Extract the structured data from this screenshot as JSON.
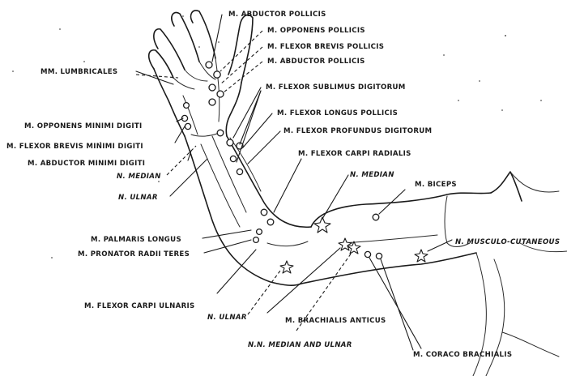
{
  "labels": {
    "abductor_pollicis_top": "M. ABDUCTOR POLLICIS",
    "opponens_pollicis": "M. OPPONENS POLLICIS",
    "flexor_brevis_pollicis": "M. FLEXOR BREVIS POLLICIS",
    "abductor_pollicis_2": "M. ABDUCTOR POLLICIS",
    "lumbricales": "MM. LUMBRICALES",
    "flexor_sublimus": "M. FLEXOR SUBLIMUS DIGITORUM",
    "flexor_longus_pollicis": "M. FLEXOR LONGUS POLLICIS",
    "flexor_profundus": "M. FLEXOR PROFUNDUS DIGITORUM",
    "opponens_minimi": "M. OPPONENS MINIMI DIGITI",
    "flexor_brevis_minimi": "M. FLEXOR BREVIS MINIMI DIGITI",
    "abductor_minimi": "M. ABDUCTOR MINIMI DIGITI",
    "flexor_carpi_radialis": "M. FLEXOR CARPI RADIALIS",
    "n_median_wrist": "N. MEDIAN",
    "n_ulnar_wrist": "N. ULNAR",
    "n_median_arm": "N. MEDIAN",
    "biceps": "M. BICEPS",
    "musculo_cutaneous": "N. MUSCULO-CUTANEOUS",
    "palmaris_longus": "M. PALMARIS LONGUS",
    "pronator_radii_teres": "M. PRONATOR RADII TERES",
    "flexor_carpi_ulnaris": "M. FLEXOR CARPI ULNARIS",
    "n_ulnar_elbow": "N. ULNAR",
    "brachialis_anticus": "M. BRACHIALIS ANTICUS",
    "median_and_ulnar": "N.N. MEDIAN AND ULNAR",
    "coraco_brachialis": "M. CORACO BRACHIALIS"
  }
}
